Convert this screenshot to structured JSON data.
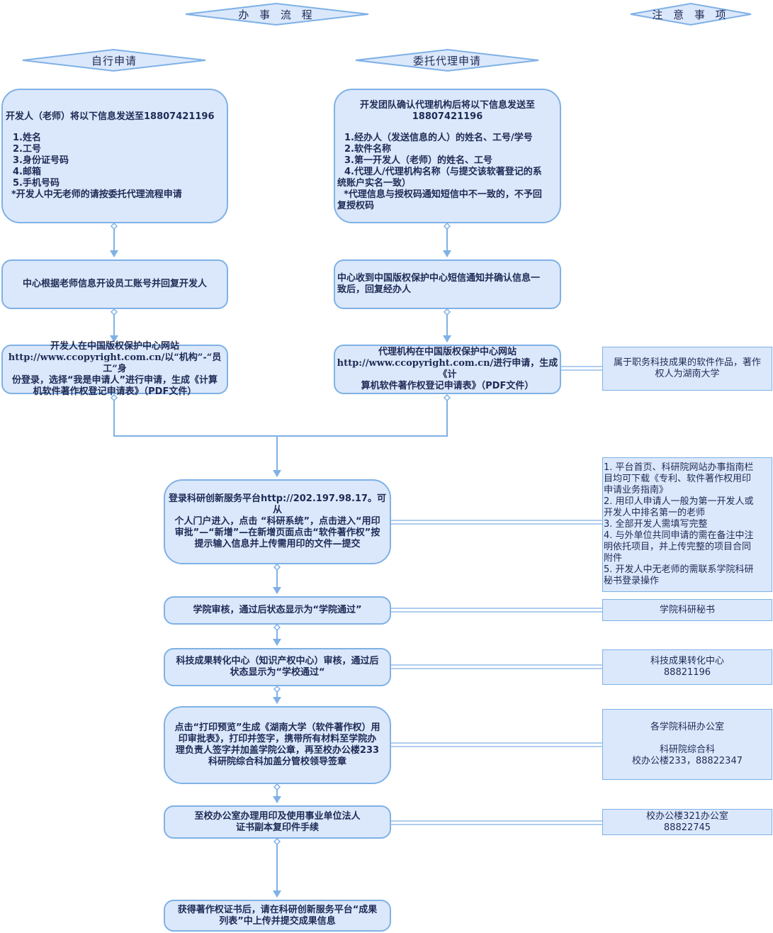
{
  "headers": {
    "process": "办 事 流 程",
    "notes": "注 意 事 项",
    "self_apply": "自行申请",
    "agent_apply": "委托代理申请"
  },
  "self_flow": {
    "step1": {
      "title": "开发人（老师）将以下信息发送至18807421196",
      "items": [
        "1.姓名",
        "2.工号",
        "3.身份证号码",
        "4.邮箱",
        "5.手机号码",
        "*开发人中无老师的请按委托代理流程申请"
      ]
    },
    "step2": "中心根据老师信息开设员工账号并回复开发人",
    "step3": {
      "line1": "开发人在中国版权保护中心网站",
      "line2": "http://www.ccopyright.com.cn/以“机构”-“员工”身",
      "line3": "份登录，选择“我是申请人”进行申请，生成《计算",
      "line4": "机软件著作权登记申请表》（PDF文件）"
    }
  },
  "agent_flow": {
    "step1": {
      "title1": "开发团队确认代理机构后将以下信息发送至",
      "title2": "18807421196",
      "items": [
        "1.经办人（发送信息的人）的姓名、工号/学号",
        "2.软件名称",
        "3.第一开发人（老师）的姓名、工号",
        "4.代理人/代理机构名称（与提交该软著登记的系",
        "统账户实名一致）",
        "  *代理信息与授权码通知短信中不一致的，不予回",
        "复授权码"
      ]
    },
    "step2": {
      "line1": "中心收到中国版权保护中心短信通知并确认信息一",
      "line2": "致后，回复经办人"
    },
    "step3": {
      "line1": "代理机构在中国版权保护中心网站",
      "line2": "http://www.ccopyright.com.cn/进行申请，生成《计",
      "line3": "算机软件著作权登记申请表》（PDF文件）"
    }
  },
  "main_flow": {
    "login": [
      "登录科研创新服务平台http://202.197.98.17。可从",
      "个人门户进入，点击 “科研系统”，点击进入“用印",
      "审批”—“新增”—在新增页面点击“软件著作权”按",
      "提示输入信息并上传需用印的文件—提交"
    ],
    "college_review": "学院审核，通过后状态显示为“学院通过”",
    "center_review": [
      "科技成果转化中心（知识产权中心）审核，通过后",
      "状态显示为“学校通过“"
    ],
    "print": [
      "点击“打印预览”生成《湖南大学（软件著作权）用",
      "印审批表》，打印并签字，携带所有材料至学院办",
      "理负责人签字并加盖学院公章，再至校办公楼233",
      "科研院综合科加盖分管校领导签章"
    ],
    "seal": [
      "至校办公室办理用印及使用事业单位法人",
      "证书副本复印件手续"
    ],
    "final": [
      "获得著作权证书后，请在科研创新服务平台“成果",
      "列表”中上传并提交成果信息"
    ]
  },
  "notes": {
    "ownership": [
      "属于职务科技成果的软件作品，著作",
      "权人为湖南大学"
    ],
    "platform": [
      "1. 平台首页、科研院网站办事指南栏",
      "目均可下载《专利、软件著作权用印",
      "申请业务指南》",
      "2. 用印人申请人一般为第一开发人或",
      "开发人中排名第一的老师",
      "3. 全部开发人需填写完整",
      "4. 与外单位共同申请的需在备注中注",
      "明依托项目，并上传完整的项目合同",
      "附件",
      "5. 开发人中无老师的需联系学院科研",
      "秘书登录操作"
    ],
    "college_secretary": "学院科研秘书",
    "tech_center": [
      "科技成果转化中心",
      "88821196"
    ],
    "office": [
      "各学院科研办公室",
      "",
      "科研院综合科",
      "校办公楼233，88822347"
    ],
    "room321": [
      "校办公楼321办公室",
      "88822745"
    ]
  },
  "colors": {
    "box_fill": "#dbe8fb",
    "box_border": "#7fb1e6",
    "text": "#1f2a55"
  }
}
